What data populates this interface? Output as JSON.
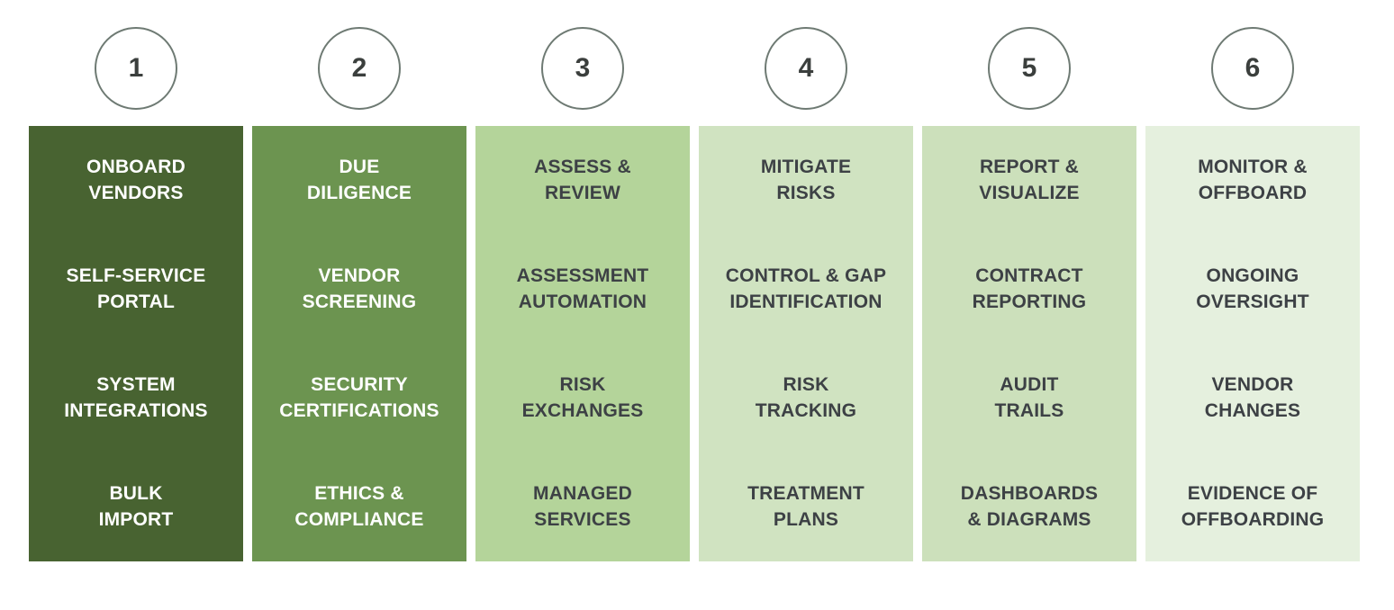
{
  "diagram_title": "Vendor risk management lifecycle (6 steps)",
  "badge_style": {
    "border_color": "#6e7a73",
    "number_color": "#3b3f3d",
    "background": "#ffffff"
  },
  "steps": [
    {
      "number": "1",
      "bg": "#486331",
      "fg": "#ffffff",
      "title": "ONBOARD\nVENDORS",
      "items": [
        "SELF-SERVICE\nPORTAL",
        "SYSTEM\nINTEGRATIONS",
        "BULK\nIMPORT"
      ]
    },
    {
      "number": "2",
      "bg": "#6c9450",
      "fg": "#ffffff",
      "title": "DUE\nDILIGENCE",
      "items": [
        "VENDOR\nSCREENING",
        "SECURITY\nCERTIFICATIONS",
        "ETHICS &\nCOMPLIANCE"
      ]
    },
    {
      "number": "3",
      "bg": "#b4d49a",
      "fg": "#3d4145",
      "title": "ASSESS &\nREVIEW",
      "items": [
        "ASSESSMENT\nAUTOMATION",
        "RISK\nEXCHANGES",
        "MANAGED\nSERVICES"
      ]
    },
    {
      "number": "4",
      "bg": "#d0e3c1",
      "fg": "#3d4145",
      "title": "MITIGATE\nRISKS",
      "items": [
        "CONTROL & GAP\nIDENTIFICATION",
        "RISK\nTRACKING",
        "TREATMENT\nPLANS"
      ]
    },
    {
      "number": "5",
      "bg": "#cce0bb",
      "fg": "#3d4145",
      "title": "REPORT &\nVISUALIZE",
      "items": [
        "CONTRACT\nREPORTING",
        "AUDIT\nTRAILS",
        "DASHBOARDS\n& DIAGRAMS"
      ]
    },
    {
      "number": "6",
      "bg": "#e5f0de",
      "fg": "#3d4145",
      "title": "MONITOR &\nOFFBOARD",
      "items": [
        "ONGOING\nOVERSIGHT",
        "VENDOR\nCHANGES",
        "EVIDENCE OF\nOFFBOARDING"
      ]
    }
  ]
}
